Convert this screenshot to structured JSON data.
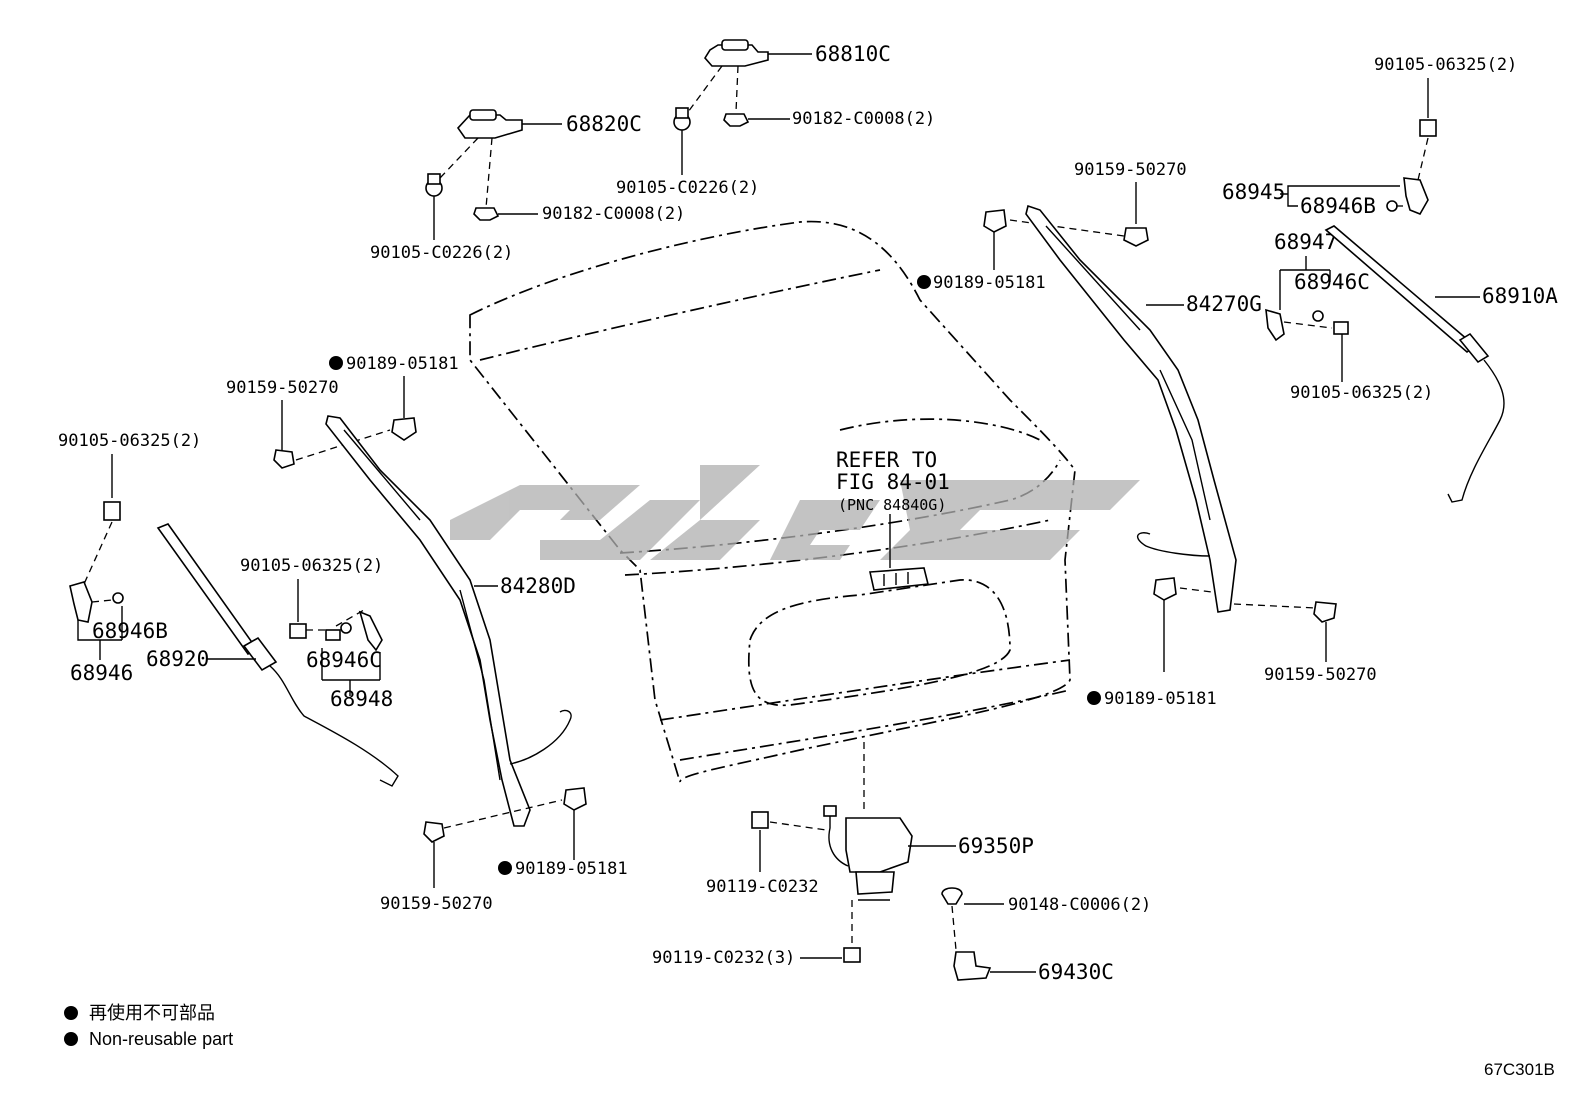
{
  "labels": {
    "hinge_r": "68810C",
    "hinge_r_nut": "90182-C0008(2)",
    "hinge_r_bolt": "90105-C0226(2)",
    "hinge_l": "68820C",
    "hinge_l_nut": "90182-C0008(2)",
    "hinge_l_bolt": "90105-C0226(2)",
    "bolt_top_right": "90105-06325(2)",
    "assy_68945": "68945",
    "bracket_68946B_r": "68946B",
    "assy_68947": "68947",
    "bracket_68946C_r": "68946C",
    "bolt_right_mid": "90105-06325(2)",
    "stay_68910A": "68910A",
    "clip_top_mid": "90159-50270",
    "clip_top_mid_left": "90189-05181",
    "weatherstrip_r": "84270G",
    "refer_line1": "REFER TO",
    "refer_line2": "FIG 84-01",
    "refer_line3": "(PNC 84840G)",
    "clip_left_top": "90189-05181",
    "clip_left_top2": "90159-50270",
    "bolt_left_top": "90105-06325(2)",
    "bracket_68946B_l": "68946B",
    "assy_68946": "68946",
    "stay_68920": "68920",
    "bolt_left_mid": "90105-06325(2)",
    "bracket_68946C_l": "68946C",
    "assy_68948": "68948",
    "weatherstrip_l": "84280D",
    "clip_right_low": "90189-05181",
    "clip_right_low2": "90159-50270",
    "clip_left_bottom": "90189-05181",
    "clip_left_bottom2": "90159-50270",
    "lock_69350P": "69350P",
    "bolt_lock": "90119-C0232",
    "bolt_lock3": "90119-C0232(3)",
    "screw_90148": "90148-C0006(2)",
    "striker_69430C": "69430C"
  },
  "legend": {
    "jp": "再使用不可部品",
    "en": "Non-reusable part"
  },
  "figure_code": "67C301B"
}
